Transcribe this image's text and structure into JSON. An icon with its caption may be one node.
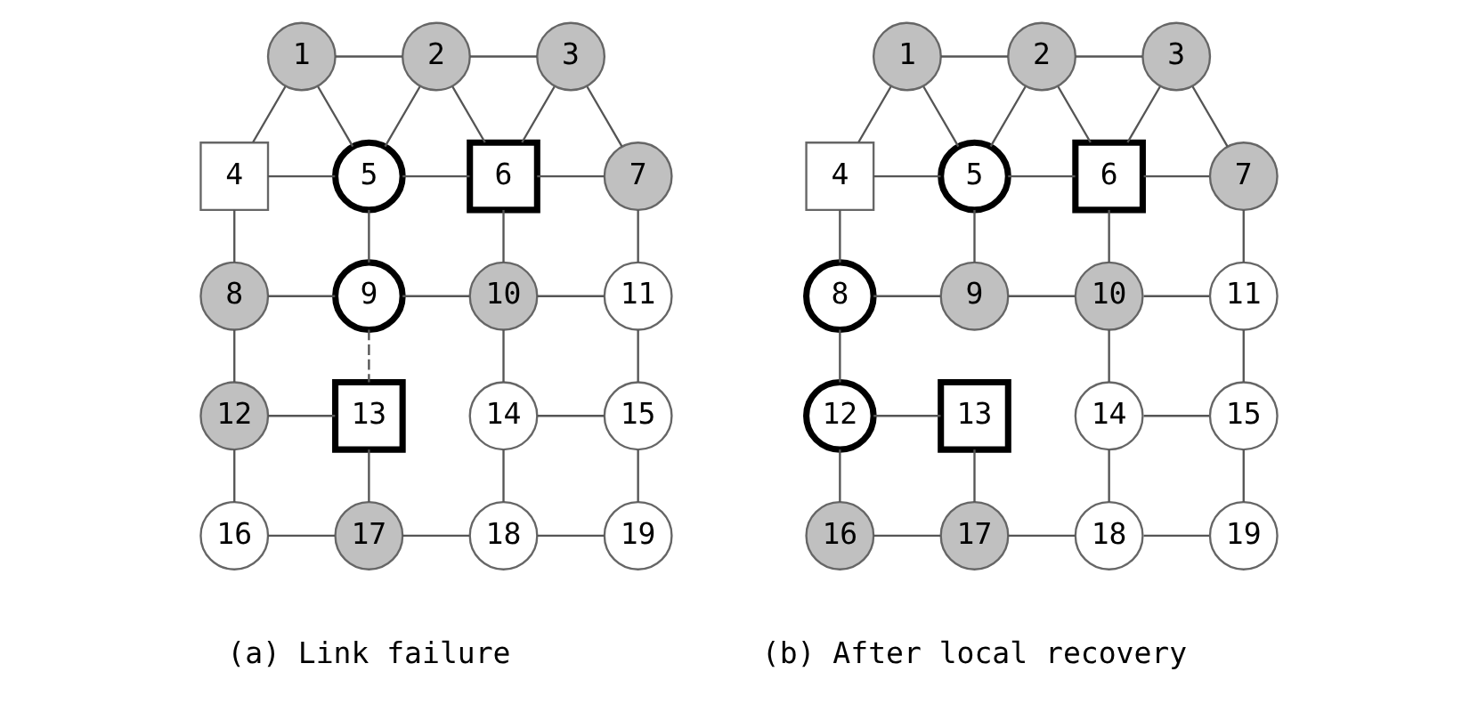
{
  "diagram": {
    "nodes": [
      {
        "text": [
          "1"
        ]
      },
      {
        "text": [
          "2"
        ]
      },
      {
        "text": [
          "3"
        ]
      },
      {
        "text": [
          "4"
        ]
      },
      {
        "text": [
          "5"
        ]
      },
      {
        "text": [
          "6"
        ]
      },
      {
        "text": [
          "7"
        ]
      },
      {
        "text": [
          "8"
        ]
      },
      {
        "text": [
          "9"
        ]
      },
      {
        "text": [
          "10"
        ]
      },
      {
        "text": [
          "11"
        ]
      },
      {
        "text": [
          "12"
        ]
      },
      {
        "text": [
          "13"
        ]
      },
      {
        "text": [
          "14"
        ]
      },
      {
        "text": [
          "15"
        ]
      },
      {
        "text": [
          "16"
        ]
      },
      {
        "text": [
          "17"
        ]
      },
      {
        "text": [
          "18"
        ]
      },
      {
        "text": [
          "19"
        ]
      },
      {
        "text": [
          "1"
        ]
      },
      {
        "text": [
          "2"
        ]
      },
      {
        "text": [
          "3"
        ]
      },
      {
        "text": [
          "4"
        ]
      },
      {
        "text": [
          "5"
        ]
      },
      {
        "text": [
          "6"
        ]
      },
      {
        "text": [
          "7"
        ]
      },
      {
        "text": [
          "8"
        ]
      },
      {
        "text": [
          "9"
        ]
      },
      {
        "text": [
          "10"
        ]
      },
      {
        "text": [
          "11"
        ]
      },
      {
        "text": [
          "12"
        ]
      },
      {
        "text": [
          "13"
        ]
      },
      {
        "text": [
          "14"
        ]
      },
      {
        "text": [
          "15"
        ]
      },
      {
        "text": [
          "16"
        ]
      },
      {
        "text": [
          "17"
        ]
      },
      {
        "text": [
          "18"
        ]
      },
      {
        "text": [
          "19"
        ]
      }
    ],
    "edges": [
      {
        "from": 0,
        "to": 1,
        "arrow": "none"
      },
      {
        "from": 1,
        "to": 2,
        "arrow": "none"
      },
      {
        "from": 0,
        "to": 3,
        "arrow": "none"
      },
      {
        "from": 0,
        "to": 4,
        "arrow": "none"
      },
      {
        "from": 1,
        "to": 4,
        "arrow": "none"
      },
      {
        "from": 1,
        "to": 5,
        "arrow": "none"
      },
      {
        "from": 2,
        "to": 5,
        "arrow": "none"
      },
      {
        "from": 2,
        "to": 6,
        "arrow": "none"
      },
      {
        "from": 3,
        "to": 4,
        "arrow": "none"
      },
      {
        "from": 4,
        "to": 5,
        "arrow": "none"
      },
      {
        "from": 5,
        "to": 6,
        "arrow": "none"
      },
      {
        "from": 3,
        "to": 7,
        "arrow": "none"
      },
      {
        "from": 4,
        "to": 8,
        "arrow": "none"
      },
      {
        "from": 5,
        "to": 9,
        "arrow": "none"
      },
      {
        "from": 6,
        "to": 10,
        "arrow": "none"
      },
      {
        "from": 7,
        "to": 8,
        "arrow": "none"
      },
      {
        "from": 8,
        "to": 9,
        "arrow": "none"
      },
      {
        "from": 9,
        "to": 10,
        "arrow": "none"
      },
      {
        "from": 8,
        "to": 12,
        "arrow": "none",
        "style": "dashed"
      },
      {
        "from": 7,
        "to": 11,
        "arrow": "none"
      },
      {
        "from": 9,
        "to": 13,
        "arrow": "none"
      },
      {
        "from": 10,
        "to": 14,
        "arrow": "none"
      },
      {
        "from": 11,
        "to": 12,
        "arrow": "none"
      },
      {
        "from": 13,
        "to": 14,
        "arrow": "none"
      },
      {
        "from": 11,
        "to": 15,
        "arrow": "none"
      },
      {
        "from": 12,
        "to": 16,
        "arrow": "none"
      },
      {
        "from": 13,
        "to": 17,
        "arrow": "none"
      },
      {
        "from": 14,
        "to": 18,
        "arrow": "none"
      },
      {
        "from": 15,
        "to": 16,
        "arrow": "none"
      },
      {
        "from": 16,
        "to": 17,
        "arrow": "none"
      },
      {
        "from": 17,
        "to": 18,
        "arrow": "none"
      },
      {
        "from": 19,
        "to": 20,
        "arrow": "none"
      },
      {
        "from": 20,
        "to": 21,
        "arrow": "none"
      },
      {
        "from": 19,
        "to": 22,
        "arrow": "none"
      },
      {
        "from": 19,
        "to": 23,
        "arrow": "none"
      },
      {
        "from": 20,
        "to": 23,
        "arrow": "none"
      },
      {
        "from": 20,
        "to": 24,
        "arrow": "none"
      },
      {
        "from": 21,
        "to": 24,
        "arrow": "none"
      },
      {
        "from": 21,
        "to": 25,
        "arrow": "none"
      },
      {
        "from": 22,
        "to": 23,
        "arrow": "none"
      },
      {
        "from": 23,
        "to": 24,
        "arrow": "none"
      },
      {
        "from": 24,
        "to": 25,
        "arrow": "none"
      },
      {
        "from": 22,
        "to": 26,
        "arrow": "none"
      },
      {
        "from": 23,
        "to": 27,
        "arrow": "none"
      },
      {
        "from": 24,
        "to": 28,
        "arrow": "none"
      },
      {
        "from": 25,
        "to": 29,
        "arrow": "none"
      },
      {
        "from": 26,
        "to": 27,
        "arrow": "none"
      },
      {
        "from": 27,
        "to": 28,
        "arrow": "none"
      },
      {
        "from": 28,
        "to": 29,
        "arrow": "none"
      },
      {
        "from": 26,
        "to": 30,
        "arrow": "none"
      },
      {
        "from": 28,
        "to": 32,
        "arrow": "none"
      },
      {
        "from": 29,
        "to": 33,
        "arrow": "none"
      },
      {
        "from": 30,
        "to": 31,
        "arrow": "none"
      },
      {
        "from": 32,
        "to": 33,
        "arrow": "none"
      },
      {
        "from": 30,
        "to": 34,
        "arrow": "none"
      },
      {
        "from": 31,
        "to": 35,
        "arrow": "none"
      },
      {
        "from": 32,
        "to": 36,
        "arrow": "none"
      },
      {
        "from": 33,
        "to": 37,
        "arrow": "none"
      },
      {
        "from": 34,
        "to": 35,
        "arrow": "none"
      },
      {
        "from": 35,
        "to": 36,
        "arrow": "none"
      },
      {
        "from": 36,
        "to": 37,
        "arrow": "none"
      }
    ],
    "labels": [
      "(a) Link failure",
      "(b) After local recovery"
    ]
  }
}
